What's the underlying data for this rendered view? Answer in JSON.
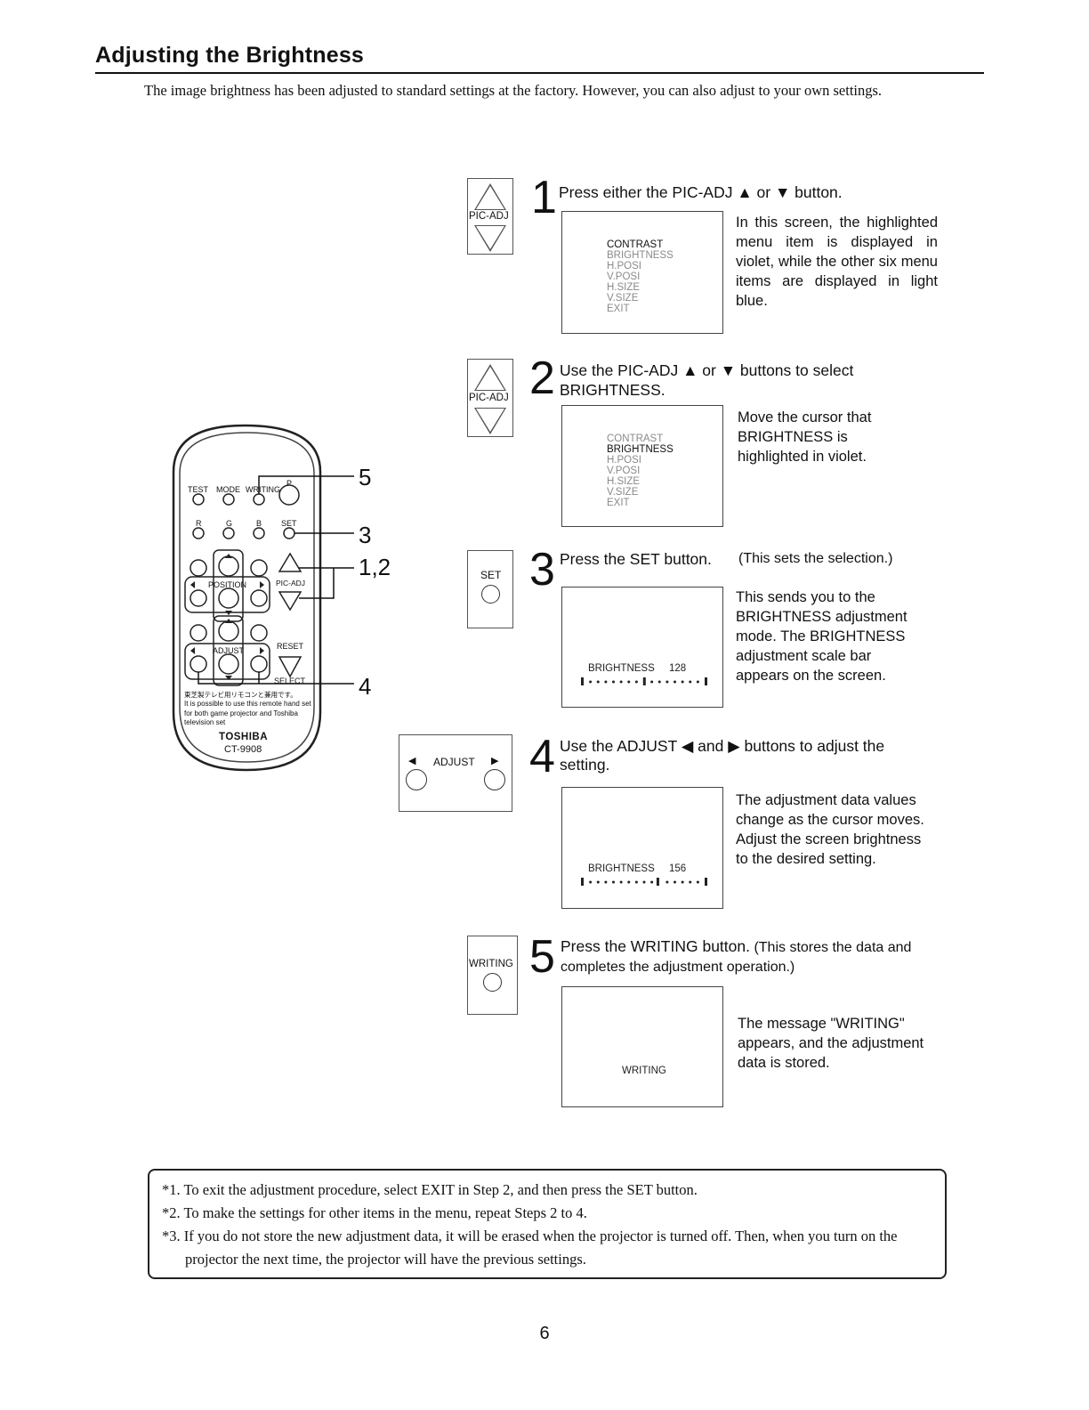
{
  "title": "Adjusting the Brightness",
  "intro": "The image brightness has been adjusted to standard settings at the factory. However, you can also adjust to your own settings.",
  "buttons": {
    "pic_adj": "PIC-ADJ",
    "set": "SET",
    "adjust": "ADJUST",
    "writing": "WRITING"
  },
  "remote": {
    "row1": [
      "TEST",
      "MODE",
      "WRITING",
      "P"
    ],
    "row2": [
      "R",
      "G",
      "B",
      "SET"
    ],
    "position": "POSITION",
    "pic_adj": "PIC-ADJ",
    "adjust": "ADJUST",
    "reset": "RESET",
    "select": "SELECT",
    "jp_note": "東芝製テレビ用リモコンと兼用です。",
    "note": "It is possible to use this remote hand set for both game projector and Toshiba television set",
    "brand": "TOSHIBA",
    "model": "CT-9908",
    "callouts": [
      "5",
      "3",
      "1,2",
      "4"
    ]
  },
  "menu_items": [
    "CONTRAST",
    "BRIGHTNESS",
    "H.POSI",
    "V.POSI",
    "H.SIZE",
    "V.SIZE",
    "EXIT"
  ],
  "colors": {
    "highlight": "#111111",
    "normal": "#8a8a8a"
  },
  "steps": [
    {
      "num": "1",
      "main": "Press either the PIC-ADJ ▲ or ▼ button.",
      "desc": "In this screen, the highlighted menu item is displayed in violet, while the other six menu items are displayed in light blue."
    },
    {
      "num": "2",
      "main": "Use the PIC-ADJ ▲ or ▼ buttons to select BRIGHTNESS.",
      "desc": "Move the cursor that BRIGHTNESS is highlighted in violet."
    },
    {
      "num": "3",
      "main": "Press the SET button.",
      "sub": "(This sets the selection.)",
      "desc": "This sends you to the BRIGHTNESS adjustment mode. The BRIGHTNESS adjustment scale bar appears on the screen.",
      "scale_label": "BRIGHTNESS",
      "scale_value": "128"
    },
    {
      "num": "4",
      "main": "Use the ADJUST ◀ and ▶ buttons to adjust the setting.",
      "desc": "The adjustment data values change as the cursor moves. Adjust the screen brightness to the desired setting.",
      "scale_label": "BRIGHTNESS",
      "scale_value": "156"
    },
    {
      "num": "5",
      "main": "Press the WRITING button.",
      "sub": "(This stores the data and completes the adjustment operation.)",
      "desc": "The message \"WRITING\" appears, and the adjustment data is stored.",
      "screen_text": "WRITING"
    }
  ],
  "notes": [
    "*1. To exit the adjustment procedure, select EXIT in Step 2, and then press the SET button.",
    "*2. To make the settings for other items in the menu, repeat Steps 2 to 4.",
    "*3. If you do not store the new adjustment data, it will be erased when the projector is turned off. Then, when you turn on the projector the next time, the projector will have the previous settings."
  ],
  "page_number": "6"
}
